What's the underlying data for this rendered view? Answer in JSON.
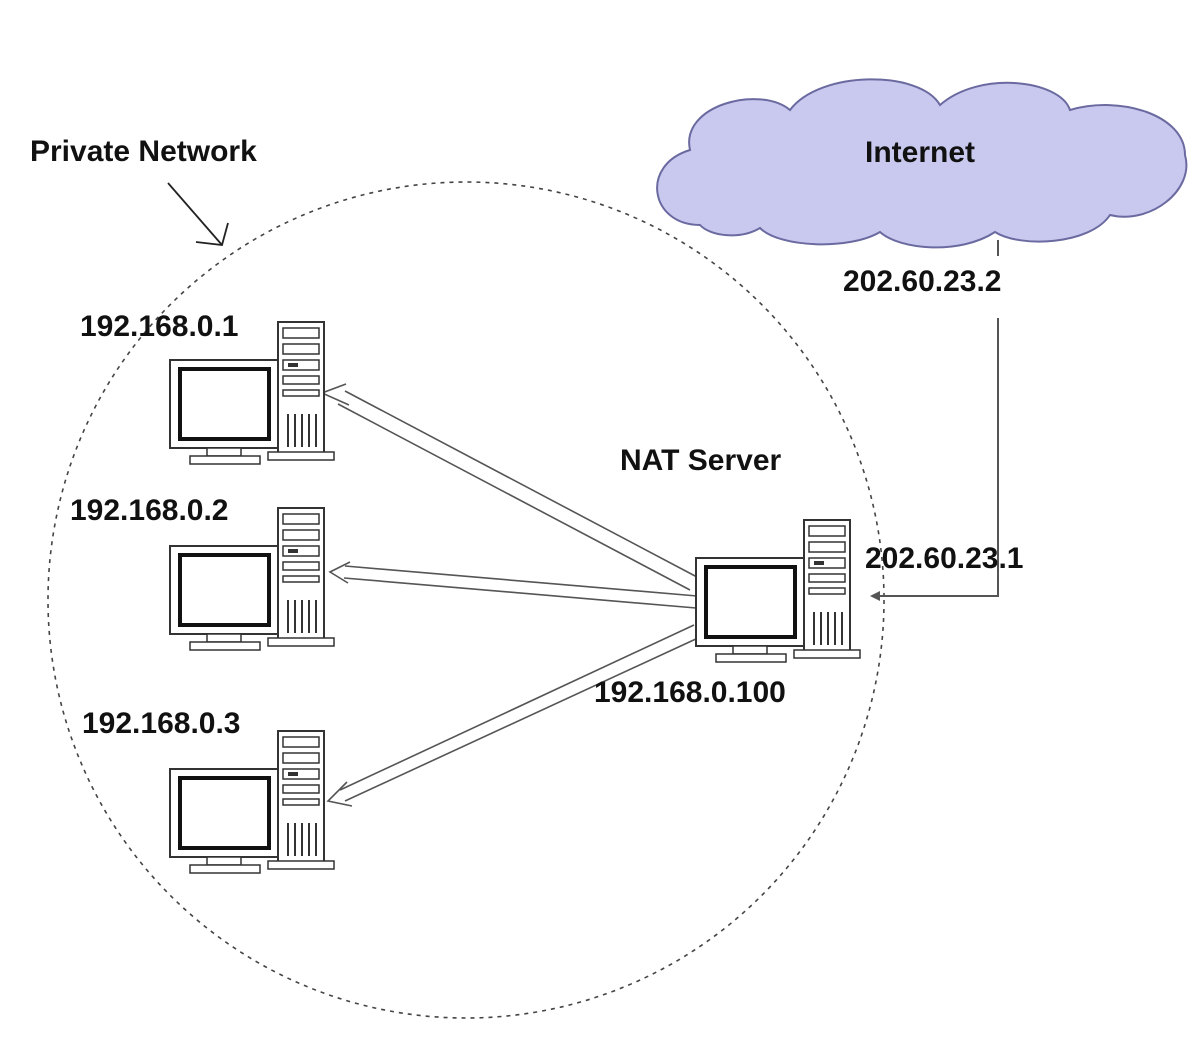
{
  "diagram": {
    "private_network_label": "Private Network",
    "internet_label": "Internet",
    "nat_server_label": "NAT Server",
    "nat_private_ip": "192.168.0.100",
    "nat_public_ip": "202.60.23.1",
    "gateway_ip": "202.60.23.2",
    "clients": [
      {
        "ip": "192.168.0.1"
      },
      {
        "ip": "192.168.0.2"
      },
      {
        "ip": "192.168.0.3"
      }
    ]
  },
  "colors": {
    "cloud_fill": "#c9c9f0",
    "cloud_stroke": "#6a6aa0",
    "line": "#555555",
    "background": "#ffffff"
  },
  "icons": {
    "computer": "desktop-computer-icon",
    "cloud": "cloud-icon"
  }
}
